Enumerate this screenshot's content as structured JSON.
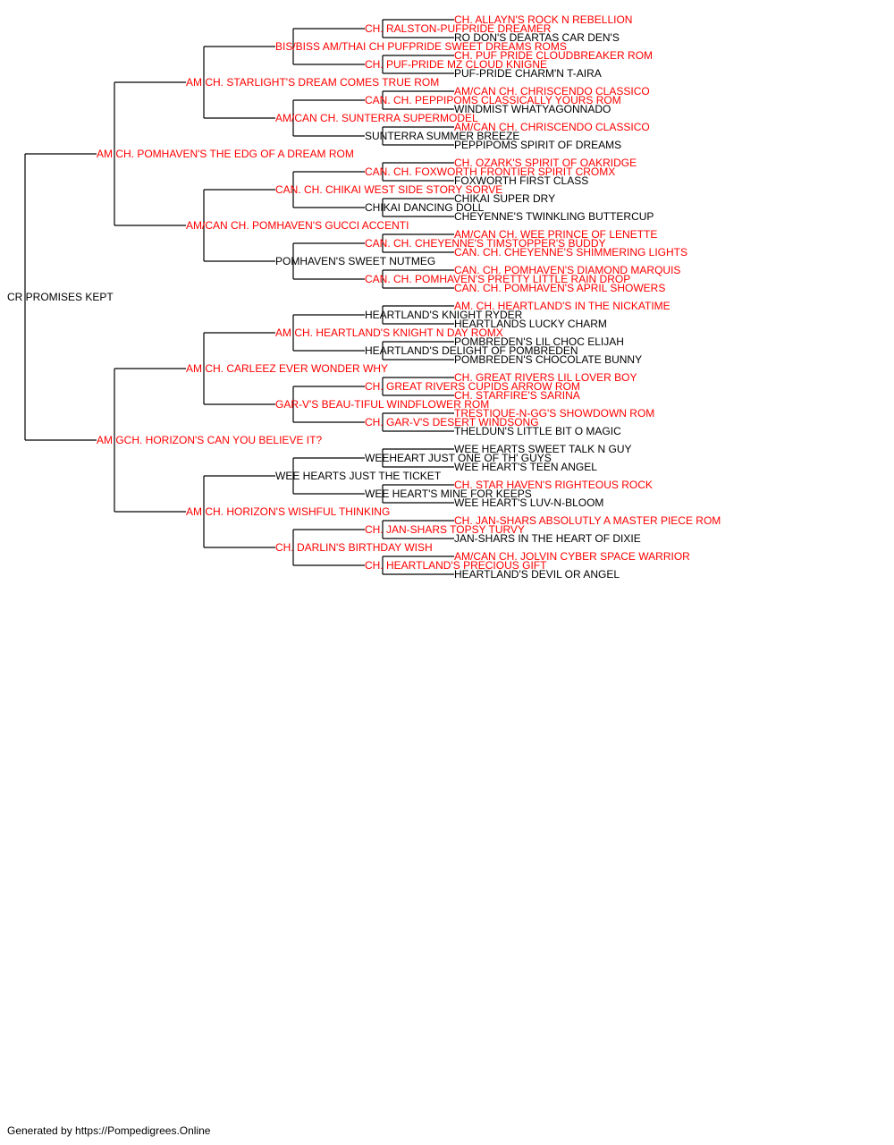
{
  "root": "CR PROMISES KEPT",
  "champion_color": "#ff0000",
  "plain_color": "#000000",
  "line_color": "#000000",
  "generations": [
    [
      "CR PROMISES KEPT"
    ],
    [
      "AM CH. POMHAVEN'S THE EDG OF A DREAM ROM",
      "AM GCH. HORIZON'S CAN YOU BELIEVE IT?"
    ],
    [
      "AM CH. STARLIGHT'S DREAM COMES TRUE ROM",
      "AM/CAN CH. POMHAVEN'S GUCCI ACCENTI",
      "AM CH. CARLEEZ EVER WONDER WHY",
      "AM CH. HORIZON'S WISHFUL THINKING"
    ],
    [
      "BIS/BISS AM/THAI CH PUFPRIDE SWEET DREAMS ROMS",
      "AM/CAN CH. SUNTERRA SUPERMODEL",
      "CAN. CH. CHIKAI WEST SIDE STORY SORVE",
      "POMHAVEN'S SWEET NUTMEG",
      "AM CH. HEARTLAND'S KNIGHT N DAY ROMX",
      "GAR-V'S BEAU-TIFUL WINDFLOWER ROM",
      "WEE HEARTS JUST THE TICKET",
      "CH. DARLIN'S BIRTHDAY WISH"
    ],
    [
      "CH. RALSTON-PUFPRIDE DREAMER",
      "CH. PUF-PRIDE MZ CLOUD KNIGNE",
      "CAN. CH. PEPPIPOMS CLASSICALLY YOURS ROM",
      "SUNTERRA SUMMER BREEZE",
      "CAN. CH. FOXWORTH FRONTIER SPIRIT CROMX",
      "CHIKAI DANCING DOLL",
      "CAN. CH. CHEYENNE'S TIMSTOPPER'S BUDDY",
      "CAN. CH. POMHAVEN'S PRETTY LITTLE RAIN DROP",
      "HEARTLAND'S KNIGHT RYDER",
      "HEARTLAND'S DELIGHT OF POMBREDEN",
      "CH. GREAT RIVERS CUPIDS ARROW ROM",
      "CH. GAR-V'S DESERT WINDSONG",
      "WEEHEART JUST ONE OF TH' GUYS",
      "WEE HEART'S MINE FOR KEEPS",
      "CH. JAN-SHARS TOPSY TURVY",
      "CH. HEARTLAND'S PRECIOUS GIFT"
    ],
    [
      "CH. ALLAYN'S ROCK N REBELLION",
      "RO DON'S DEARTAS CAR DEN'S",
      "CH. PUF PRIDE CLOUDBREAKER ROM",
      "PUF-PRIDE CHARM'N T-AIRA",
      "AM/CAN CH. CHRISCENDO CLASSICO",
      "WINDMIST WHATYAGONNADO",
      "AM/CAN CH. CHRISCENDO CLASSICO",
      "PEPPIPOMS SPIRIT OF DREAMS",
      "CH. OZARK'S SPIRIT OF OAKRIDGE",
      "FOXWORTH FIRST CLASS",
      "CHIKAI SUPER DRY",
      "CHEYENNE'S TWINKLING BUTTERCUP",
      "AM/CAN CH. WEE PRINCE OF LENETTE",
      "CAN. CH. CHEYENNE'S SHIMMERING LIGHTS",
      "CAN. CH. POMHAVEN'S DIAMOND MARQUIS",
      "CAN. CH. POMHAVEN'S APRIL SHOWERS",
      "AM. CH. HEARTLAND'S IN THE NICKATIME",
      "HEARTLANDS LUCKY CHARM",
      "POMBREDEN'S LIL CHOC ELIJAH",
      "POMBREDEN'S CHOCOLATE BUNNY",
      "CH. GREAT RIVERS LIL LOVER BOY",
      "CH. STARFIRE'S SARINA",
      "TRESTIQUE-N-GG'S SHOWDOWN ROM",
      "THELDUN'S LITTLE BIT O MAGIC",
      "WEE HEARTS SWEET TALK N GUY",
      "WEE HEART'S TEEN ANGEL",
      "CH. STAR HAVEN'S RIGHTEOUS ROCK",
      "WEE HEART'S LUV-N-BLOOM",
      "CH. JAN-SHARS ABSOLUTLY A MASTER PIECE ROM",
      "JAN-SHARS IN THE HEART OF DIXIE",
      "AM/CAN CH. JOLVIN CYBER SPACE WARRIOR",
      "HEARTLAND'S DEVIL OR ANGEL"
    ]
  ],
  "champion_flags": [
    [
      false
    ],
    [
      true,
      true
    ],
    [
      true,
      true,
      true,
      true
    ],
    [
      true,
      true,
      true,
      false,
      true,
      true,
      false,
      true
    ],
    [
      true,
      true,
      true,
      false,
      true,
      false,
      true,
      true,
      false,
      false,
      true,
      true,
      false,
      false,
      true,
      true
    ],
    [
      true,
      false,
      true,
      false,
      true,
      false,
      true,
      false,
      true,
      false,
      false,
      false,
      true,
      true,
      true,
      true,
      true,
      false,
      false,
      false,
      true,
      true,
      true,
      false,
      false,
      false,
      true,
      false,
      true,
      false,
      true,
      false
    ]
  ],
  "footer": "Generated by https://Pompedigrees.Online"
}
